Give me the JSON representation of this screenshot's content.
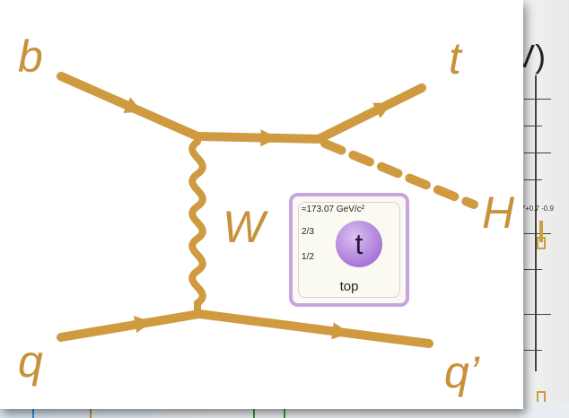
{
  "background": {
    "axis_unit_fragment": "V)",
    "error_label": "-7+0.7 -0.9"
  },
  "diagram": {
    "labels": {
      "b": "b",
      "t": "t",
      "W": "W",
      "H": "H",
      "q": "q",
      "q_prime": "q’"
    },
    "line_color": "#d09a41"
  },
  "particle_card": {
    "mass": "≈173.07 GeV/c²",
    "charge": "2/3",
    "spin": "1/2",
    "symbol": "t",
    "name": "top",
    "border_color": "#c7a3e0"
  }
}
